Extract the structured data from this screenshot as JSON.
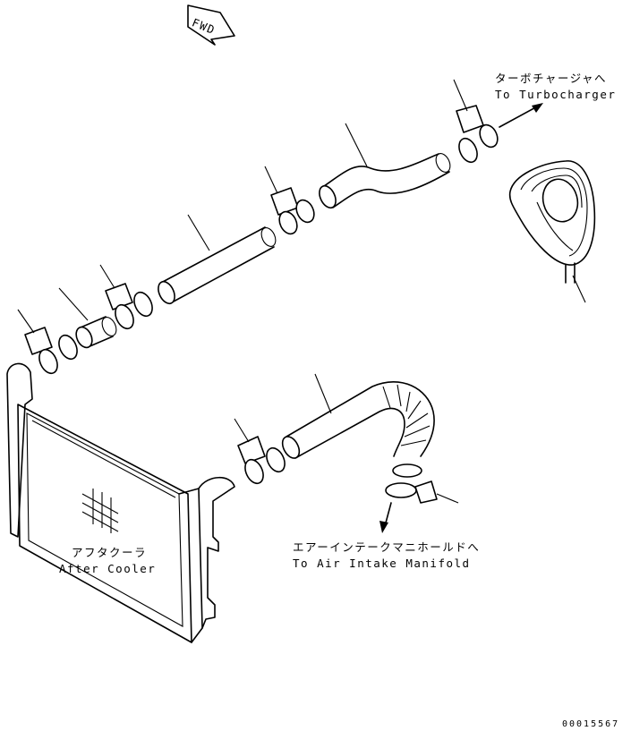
{
  "labels": {
    "fwd": "FWD",
    "turbo_jp": "ターボチャージャへ",
    "turbo_en": "To Turbocharger",
    "intake_jp": "エアーインテークマニホールドへ",
    "intake_en": "To Air Intake Manifold",
    "cooler_jp": "アフタクーラ",
    "cooler_en": "After Cooler",
    "drawing_number": "00015567"
  }
}
